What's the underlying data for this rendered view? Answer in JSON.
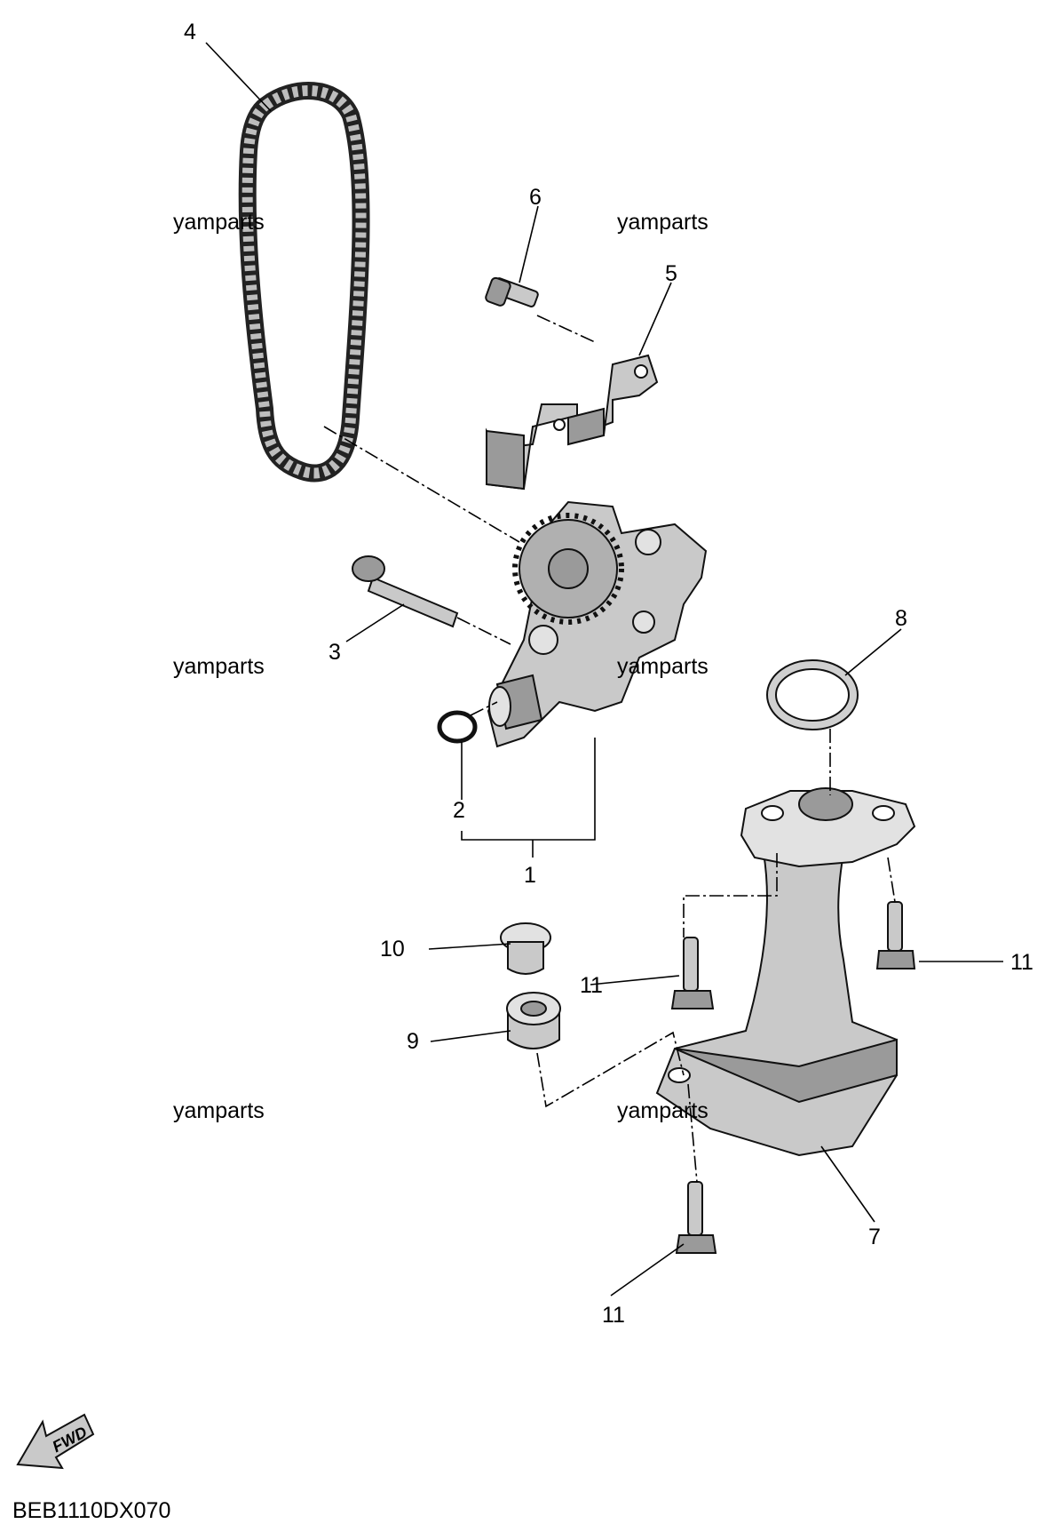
{
  "diagram": {
    "code": "BEB1110DX070",
    "fwd_label": "FWD",
    "watermark": "yamparts",
    "callouts": {
      "c1": "1",
      "c2": "2",
      "c3": "3",
      "c4": "4",
      "c5": "5",
      "c6": "6",
      "c7": "7",
      "c8": "8",
      "c9": "9",
      "c10": "10",
      "c11a": "11",
      "c11b": "11",
      "c11c": "11"
    }
  }
}
